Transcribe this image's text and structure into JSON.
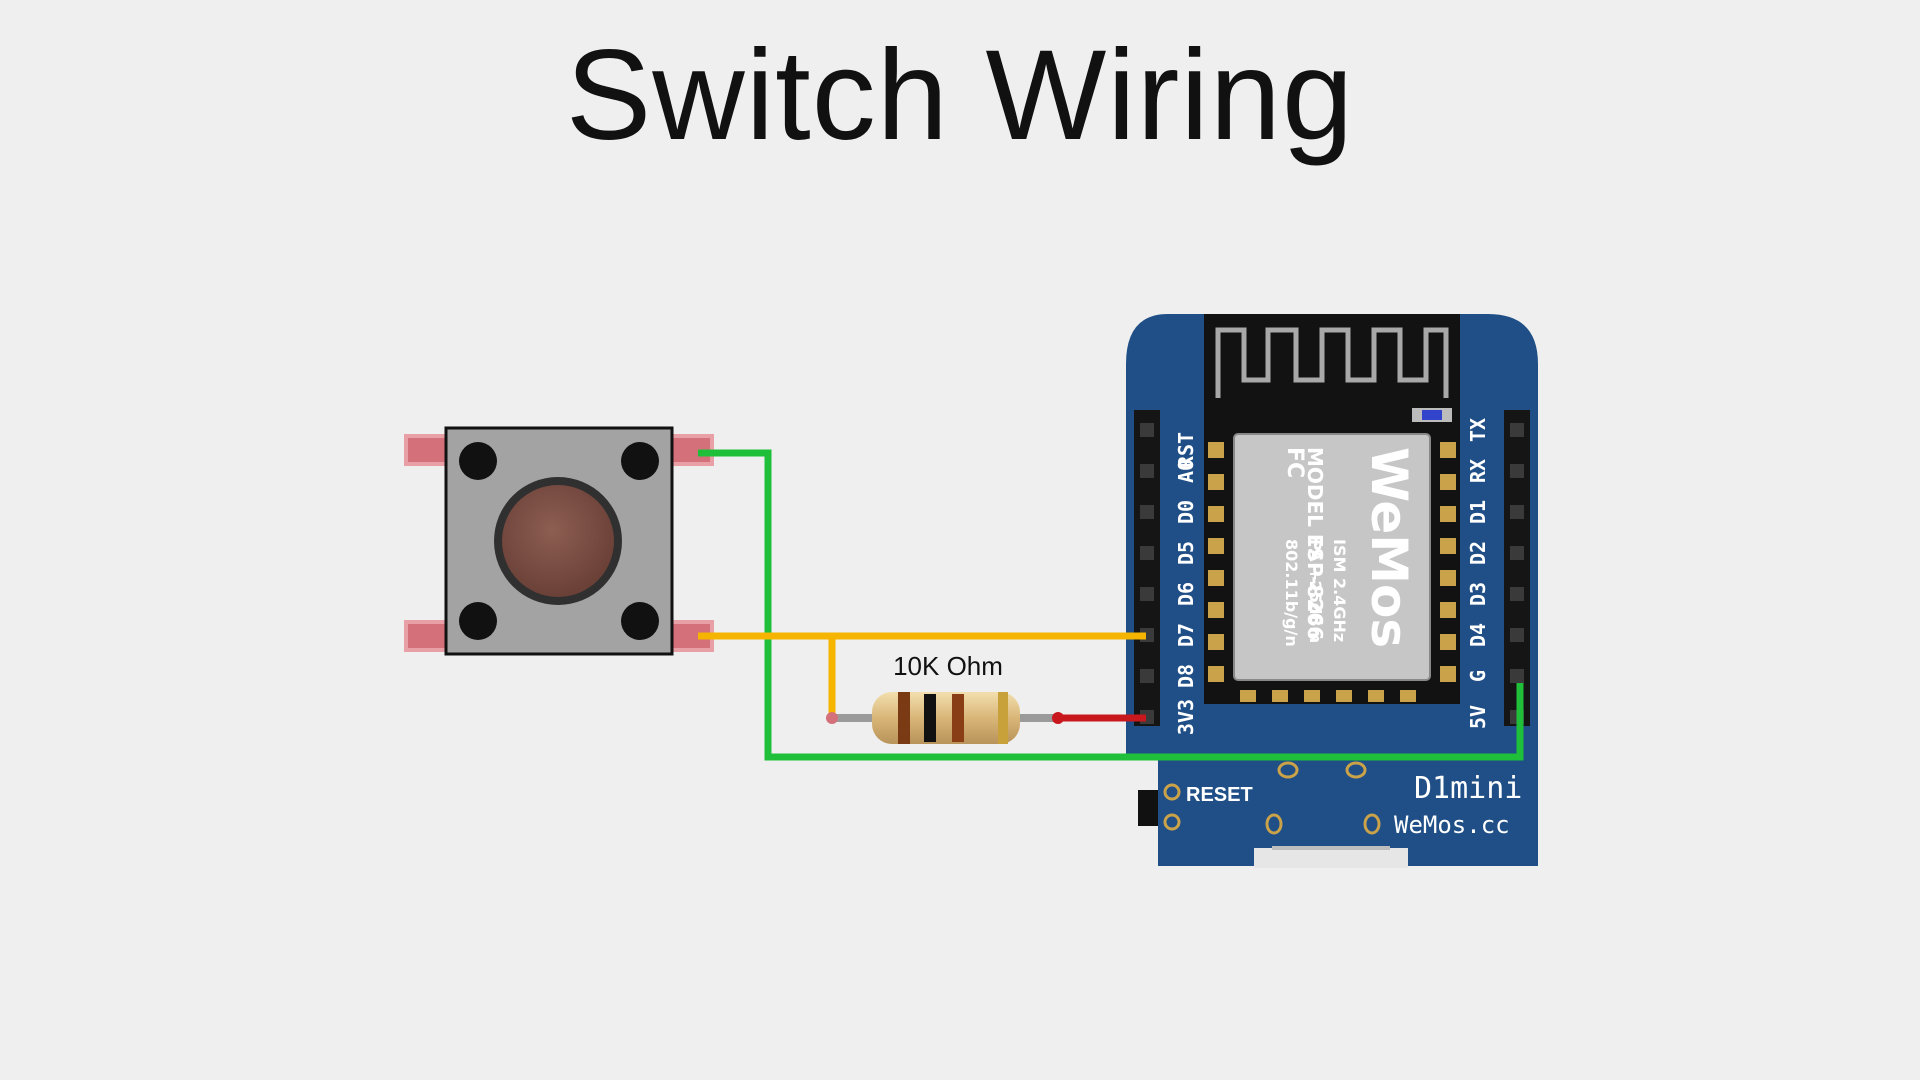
{
  "title": "Switch Wiring",
  "resistor": {
    "label": "10K Ohm"
  },
  "board": {
    "left_pins": [
      "RST",
      "A0",
      "D0",
      "D5",
      "D6",
      "D7",
      "D8",
      "3V3"
    ],
    "right_pins": [
      "TX",
      "RX",
      "D1",
      "D2",
      "D3",
      "D4",
      "G",
      "5V"
    ],
    "reset_label": "RESET",
    "model_name": "D1mini",
    "website": "WeMos.cc",
    "chip": {
      "model_line": "MODEL ESP-8266",
      "ism_line": "ISM 2.4GHz",
      "pa_line": "PA +25dBm",
      "wifi_line": "802.11b/g/n",
      "fcc_mark": "FC",
      "brand": "WeMos"
    }
  },
  "colors": {
    "background": "#efefef",
    "board": "#1f4f86",
    "chip": "#c8c8c8",
    "wire_green": "#1fbf3a",
    "wire_yellow": "#f4b400",
    "wire_red": "#c8171d",
    "switch_body": "#a4a4a4",
    "switch_cap": "#7c5045",
    "switch_tab": "#e08890"
  }
}
